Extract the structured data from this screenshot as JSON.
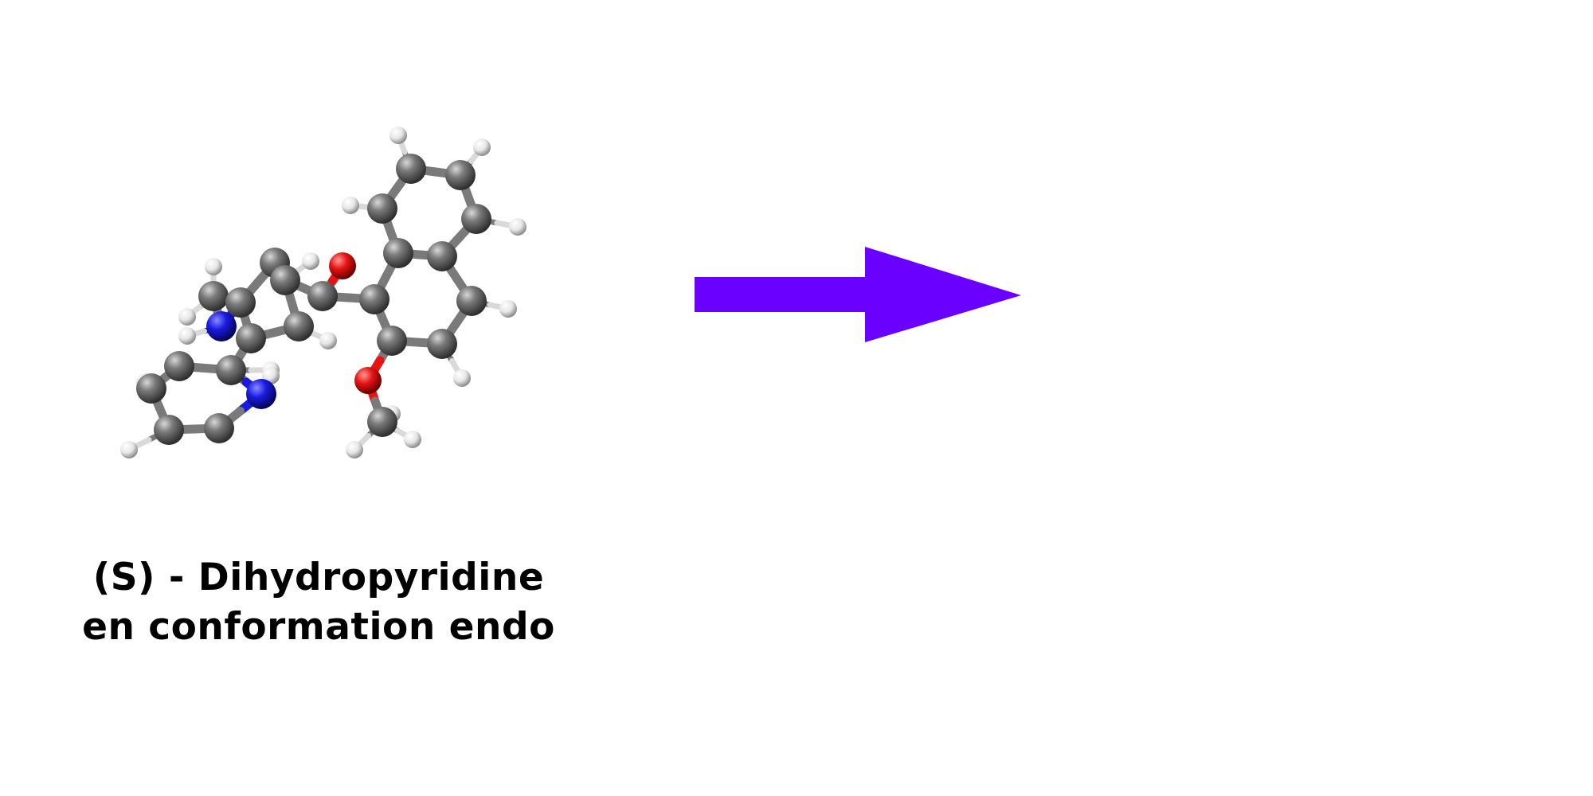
{
  "caption": {
    "line1": "(S) - Dihydropyridine",
    "line2": "en conformation endo"
  },
  "atom_labels": {
    "n1": "N",
    "n2": "N"
  },
  "colors": {
    "carbon": "#6b6b6b",
    "hydrogen": "#f2f2f2",
    "nitrogen": "#1414d8",
    "oxygen": "#e01010",
    "arrow": "#6a00ff",
    "text": "#000000"
  },
  "icons": {
    "molecule": "ball-and-stick-molecule-icon",
    "arrow": "reaction-arrow-icon"
  }
}
